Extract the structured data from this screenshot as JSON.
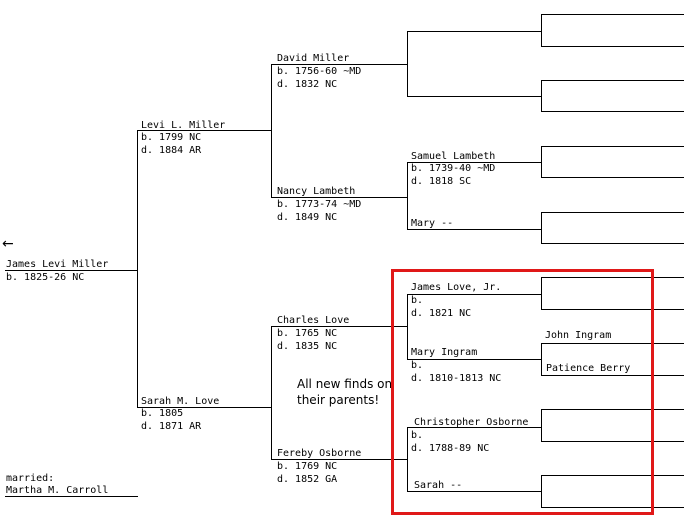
{
  "nav": {
    "arrow": "←"
  },
  "root": {
    "name": "James Levi Miller",
    "born": "b. 1825-26 NC"
  },
  "spouse": {
    "married_label": "married:",
    "name": "Martha M. Carroll"
  },
  "father": {
    "name": "Levi L. Miller",
    "born": "b. 1799 NC",
    "died": "d. 1884 AR"
  },
  "mother": {
    "name": "Sarah M. Love",
    "born": "b. 1805",
    "died": "d. 1871 AR"
  },
  "pgf": {
    "name": "David Miller",
    "born": "b. 1756-60 ~MD",
    "died": "d. 1832 NC"
  },
  "pgm": {
    "name": "Nancy Lambeth",
    "born": "b. 1773-74 ~MD",
    "died": "d. 1849 NC"
  },
  "mgf": {
    "name": "Charles Love",
    "born": "b. 1765 NC",
    "died": "d. 1835 NC"
  },
  "mgm": {
    "name": "Fereby Osborne",
    "born": "b. 1769 NC",
    "died": "d. 1852 GA"
  },
  "g3": {
    "samuel": {
      "name": "Samuel Lambeth",
      "born": "b. 1739-40 ~MD",
      "died": "d. 1818 SC"
    },
    "mary": {
      "name": "Mary --"
    },
    "james_jr": {
      "name": "James Love, Jr.",
      "born": "b.",
      "died": "d. 1821 NC"
    },
    "mary_ingram": {
      "name": "Mary Ingram",
      "born": "b.",
      "died": "d. 1810-1813 NC"
    },
    "christopher": {
      "name": "Christopher Osborne",
      "born": "b.",
      "died": "d. 1788-89 NC"
    },
    "sarah": {
      "name": "Sarah --"
    }
  },
  "g4": {
    "john_ingram": "John Ingram",
    "patience_berry": "Patience Berry"
  },
  "annotation": {
    "line1": "All new finds on",
    "line2": "their parents!"
  },
  "colors": {
    "highlight": "#e01818",
    "lines": "#000000"
  }
}
